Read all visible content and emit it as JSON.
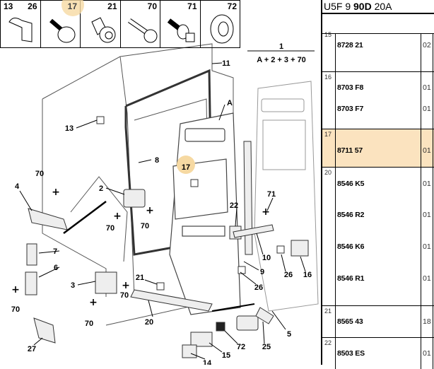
{
  "thumbnails": [
    {
      "labels": [
        "13",
        "26"
      ],
      "icon": "clip-nut-icon"
    },
    {
      "labels": [
        "17"
      ],
      "icon": "plastic-rivet-icon",
      "highlighted": true
    },
    {
      "labels": [
        "21"
      ],
      "icon": "push-clip-icon"
    },
    {
      "labels": [
        "70"
      ],
      "icon": "torx-screw-icon"
    },
    {
      "labels": [
        "71"
      ],
      "icon": "bolt-washer-icon"
    },
    {
      "labels": [
        "72"
      ],
      "icon": "grommet-icon"
    }
  ],
  "diagram": {
    "kit_number": "1",
    "kit_contents": "A + 2 + 3 + 70",
    "callouts": [
      "11",
      "13",
      "A",
      "8",
      "17",
      "70",
      "4",
      "2",
      "70",
      "70",
      "22",
      "71",
      "7",
      "6",
      "3",
      "21",
      "10",
      "9",
      "26",
      "16",
      "26",
      "70",
      "70",
      "70",
      "20",
      "5",
      "72",
      "25",
      "27",
      "15",
      "14"
    ]
  },
  "table": {
    "header": {
      "prefix": "U5F 9 ",
      "bold": "90D",
      "suffix": " 20A"
    },
    "groups": [
      {
        "ref": "15",
        "rows": [
          {
            "part": "8728 21",
            "qty": "02"
          }
        ]
      },
      {
        "ref": "16",
        "rows": [
          {
            "part": "8703 F8",
            "qty": "01"
          },
          {
            "part": "8703 F7",
            "qty": "01"
          }
        ]
      },
      {
        "ref": "17",
        "selected": true,
        "rows": [
          {
            "part": "8711 57",
            "qty": "01"
          }
        ]
      },
      {
        "ref": "20",
        "rows": [
          {
            "part": "8546 K5",
            "qty": "01"
          },
          {
            "part": "8546 R2",
            "qty": "01"
          },
          {
            "part": "8546 K6",
            "qty": "01"
          },
          {
            "part": "8546 R1",
            "qty": "01"
          }
        ]
      },
      {
        "ref": "21",
        "rows": [
          {
            "part": "8565 43",
            "qty": "18"
          }
        ]
      },
      {
        "ref": "22",
        "rows": [
          {
            "part": "8503 ES",
            "qty": "01"
          }
        ]
      }
    ],
    "highlight_color": "#fbe3bf"
  }
}
